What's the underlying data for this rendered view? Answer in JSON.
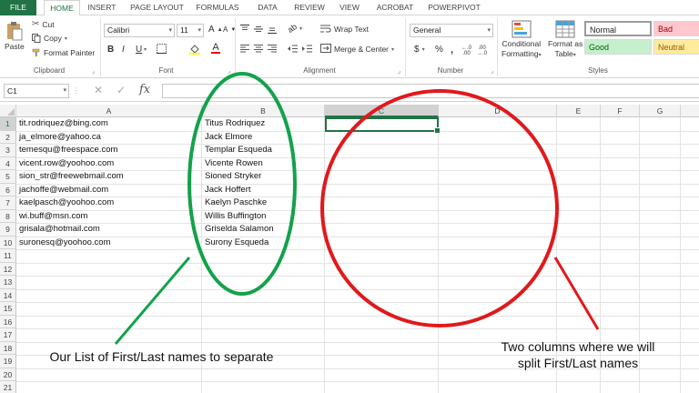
{
  "tabs": [
    "FILE",
    "HOME",
    "INSERT",
    "PAGE LAYOUT",
    "FORMULAS",
    "DATA",
    "REVIEW",
    "VIEW",
    "ACROBAT",
    "POWERPIVOT"
  ],
  "clipboard": {
    "paste": "Paste",
    "cut": "Cut",
    "copy": "Copy",
    "format_painter": "Format Painter",
    "label": "Clipboard"
  },
  "font": {
    "name": "Calibri",
    "size": "11",
    "bold": "B",
    "italic": "I",
    "underline": "U",
    "grow": "A",
    "shrink": "A",
    "label": "Font"
  },
  "alignment": {
    "wrap_text": "Wrap Text",
    "merge_center": "Merge & Center",
    "label": "Alignment"
  },
  "number": {
    "format": "General",
    "currency": "$",
    "percent": "%",
    "comma": ",",
    "label": "Number"
  },
  "styles_group": {
    "conditional": [
      "Conditional",
      "Formatting"
    ],
    "format_table": [
      "Format as",
      "Table"
    ],
    "normal": "Normal",
    "bad": "Bad",
    "good": "Good",
    "neutral": "Neutral",
    "label": "Styles",
    "colors": {
      "bad_bg": "#ffc7ce",
      "bad_fg": "#9c0006",
      "good_bg": "#c6efce",
      "good_fg": "#006100",
      "neutral_bg": "#ffeb9c",
      "neutral_fg": "#9c5700"
    }
  },
  "formula_bar": {
    "name_box": "C1",
    "cancel": "✕",
    "enter": "✓",
    "fx": "fx",
    "formula": ""
  },
  "columns": [
    "A",
    "B",
    "C",
    "D",
    "E",
    "F",
    "G"
  ],
  "selected_column": "C",
  "selected_row": "1",
  "rows": [
    "1",
    "2",
    "3",
    "4",
    "5",
    "6",
    "7",
    "8",
    "9",
    "10",
    "11",
    "12",
    "13",
    "14",
    "15",
    "16",
    "17",
    "18",
    "19",
    "20",
    "21"
  ],
  "emails": [
    "tit.rodriquez@bing.com",
    "ja_elmore@yahoo.ca",
    "temesqu@freespace.com",
    "vicent.row@yoohoo.com",
    "sion_str@freewebmail.com",
    "jachoffe@webmail.com",
    "kaelpasch@yoohoo.com",
    "wi.buff@msn.com",
    "grisala@hotmail.com",
    "suronesq@yoohoo.com"
  ],
  "names": [
    "Titus Rodriquez",
    "Jack Elmore",
    "Templar Esqueda",
    "Vicente Rowen",
    "Sioned Stryker",
    "Jack Hoffert",
    "Kaelyn Paschke",
    "Willis Buffington",
    "Griselda Salamon",
    "Surony Esqueda"
  ],
  "annotations": {
    "left_text": "Our List of First/Last names to separate",
    "right_text": [
      "Two columns where we will",
      "split First/Last names"
    ],
    "green": "#13a24b",
    "red": "#e0191d"
  },
  "theme": {
    "accent": "#217346"
  }
}
